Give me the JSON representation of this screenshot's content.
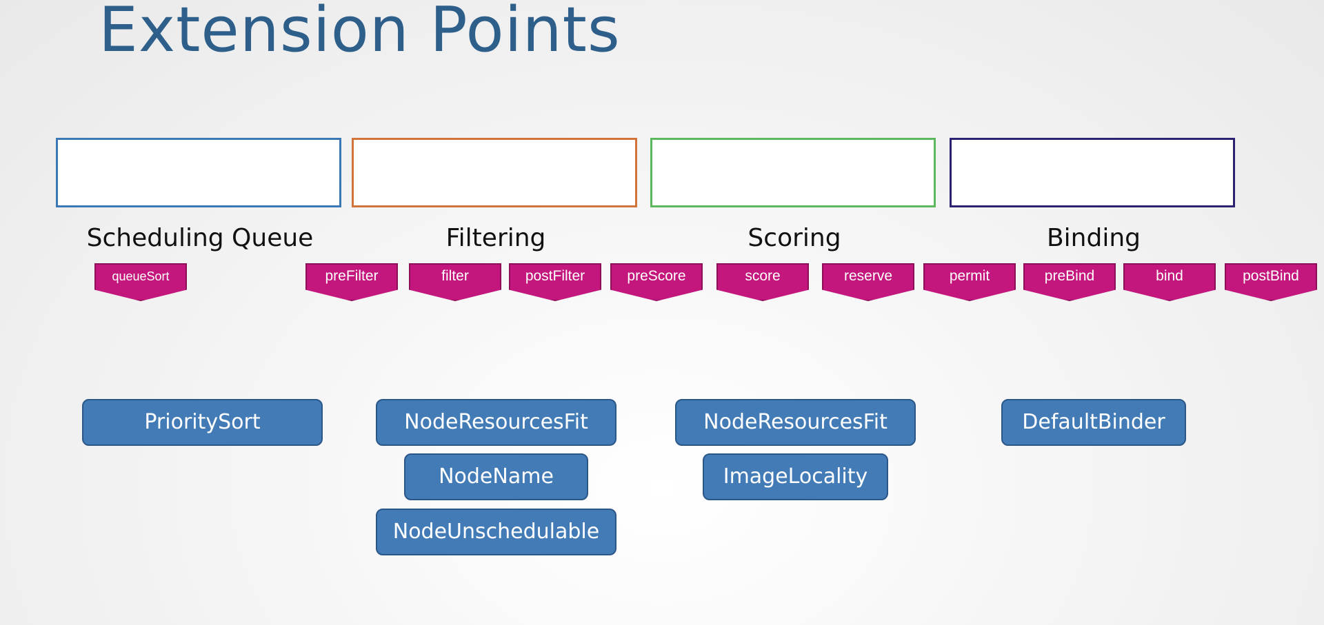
{
  "title": "Extension Points",
  "colors": {
    "title": "#2e5f8a",
    "extension_point": "#c4177d",
    "plugin": "#427bb6",
    "stage_borders": [
      "#3a78b5",
      "#d2743a",
      "#5cb85c",
      "#2a2270"
    ]
  },
  "stages": [
    {
      "label": "Scheduling Queue",
      "border_color": "#3a78b5"
    },
    {
      "label": "Filtering",
      "border_color": "#d2743a"
    },
    {
      "label": "Scoring",
      "border_color": "#5cb85c"
    },
    {
      "label": "Binding",
      "border_color": "#2a2270"
    }
  ],
  "extension_points": [
    "queueSort",
    "preFilter",
    "filter",
    "postFilter",
    "preScore",
    "score",
    "reserve",
    "permit",
    "preBind",
    "bind",
    "postBind"
  ],
  "plugins": {
    "queue": [
      "PrioritySort"
    ],
    "filtering": [
      "NodeResourcesFit",
      "NodeName",
      "NodeUnschedulable"
    ],
    "scoring": [
      "NodeResourcesFit",
      "ImageLocality"
    ],
    "binding": [
      "DefaultBinder"
    ]
  }
}
